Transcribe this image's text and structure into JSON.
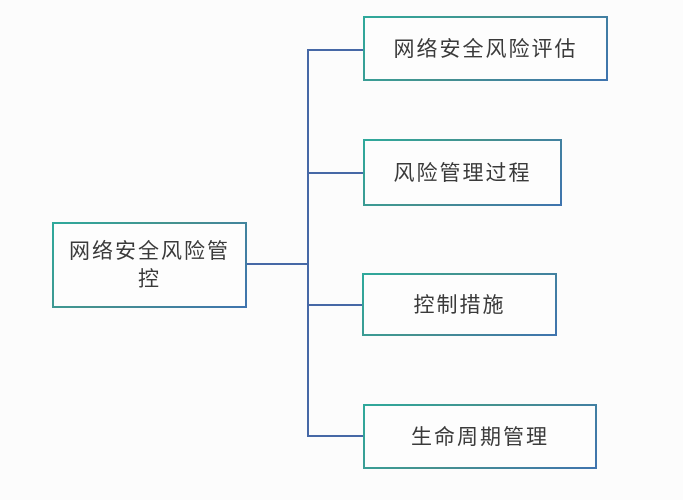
{
  "diagram": {
    "type": "tree",
    "root": {
      "label": "网络安全风险管控"
    },
    "children": [
      {
        "label": "网络安全风险评估"
      },
      {
        "label": "风险管理过程"
      },
      {
        "label": "控制措施"
      },
      {
        "label": "生命周期管理"
      }
    ],
    "colors": {
      "border_gradient_start": "#2fa99b",
      "border_gradient_end": "#3f74ae",
      "connector_top": "#63788c",
      "connector_bottom": "#4668a6",
      "text": "#3a3a3a",
      "background": "#fcfcfc"
    }
  }
}
